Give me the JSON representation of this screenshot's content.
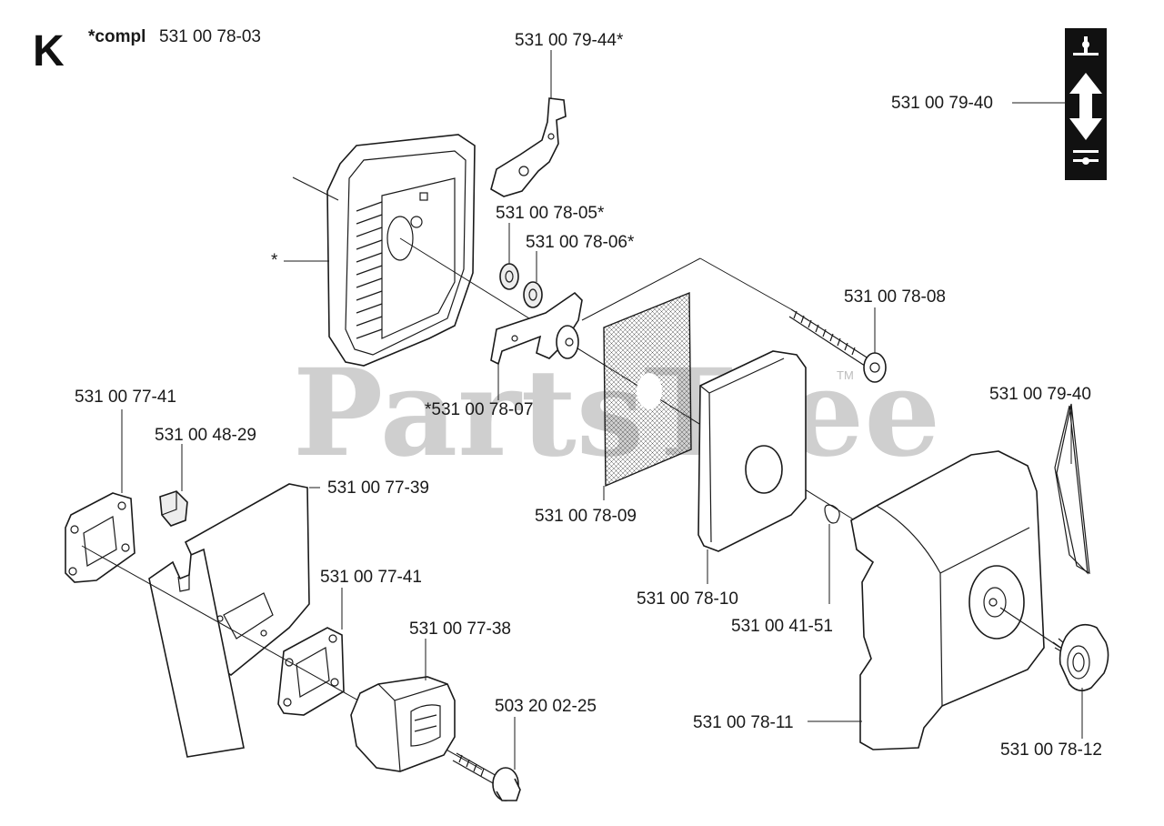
{
  "section_letter": "K",
  "header": {
    "compl_prefix": "*compl",
    "compl_number": "531 00 78-03"
  },
  "watermark": {
    "text": "PartsTree",
    "tm": "TM"
  },
  "callouts": {
    "lever": "531 00 79-44*",
    "decal_top": "531 00 79-40",
    "asterisk": "*",
    "washer_a": "531 00 78-05*",
    "washer_b": "531 00 78-06*",
    "screw_long": "531 00 78-08",
    "bracket": "*531 00 78-07",
    "gasket_left": "531 00 77-41",
    "small_block": "531 00 48-29",
    "plate": "531 00 77-39",
    "gasket_mid": "531 00 77-41",
    "spacer": "531 00 77-38",
    "bolt": "503 20 02-25",
    "screen": "531 00 78-09",
    "filter": "531 00 78-10",
    "clip": "531 00 41-51",
    "decal_right": "531 00 79-40",
    "cover": "531 00 78-11",
    "knob": "531 00 78-12"
  }
}
